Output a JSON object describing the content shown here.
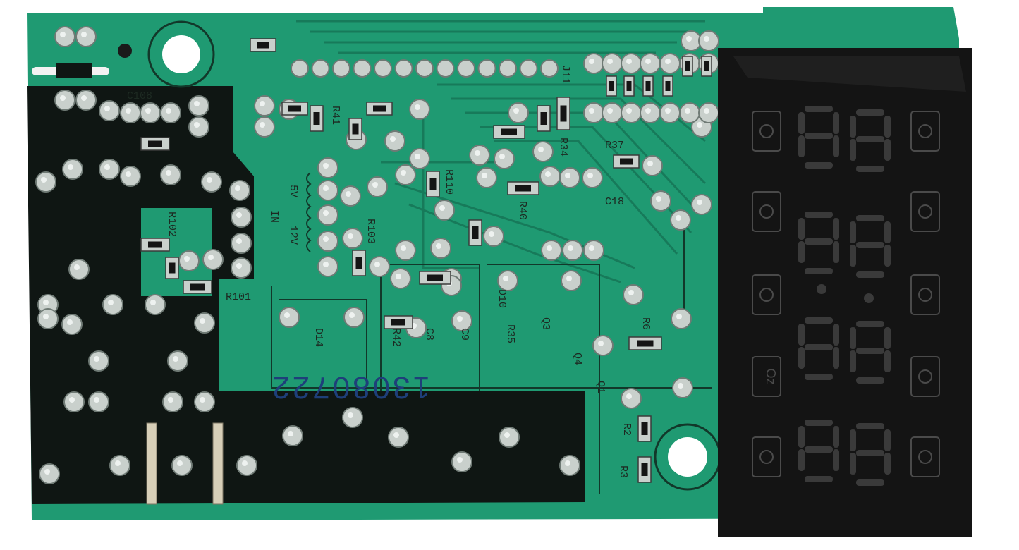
{
  "image": {
    "subject": "microwave oven control board",
    "board_code": "13080722",
    "colors": {
      "board": "#1f9a72",
      "ground": "#0f1613",
      "display": "#141414",
      "segment": "#3a3a3a",
      "solder": "#c9d0cc"
    }
  },
  "silkscreen": {
    "voltage_5v": "5V",
    "voltage_12v": "12V",
    "input": "IN",
    "r101": "R101",
    "r102": "R102",
    "r103": "R103",
    "r110": "R110",
    "r40": "R40",
    "r41": "R41",
    "r42": "R42",
    "r35": "R35",
    "r37": "R37",
    "r2": "R2",
    "r3": "R3",
    "c108": "C108",
    "c18": "C18",
    "c8": "C8",
    "c9": "C9",
    "d10": "D10",
    "d14": "D14",
    "q1": "Q1",
    "q3": "Q3",
    "q4": "Q4",
    "r6": "R6",
    "j11": "J11",
    "r34": "R34"
  },
  "display": {
    "digits": [
      "8",
      "8",
      "8",
      "8"
    ],
    "left_icons": [
      "pie-icon",
      "defrost-icon",
      "chef-icon",
      "oz-icon",
      "cup-icon"
    ],
    "right_icons": [
      "grill-icon",
      "steam-icon",
      "sun-icon",
      "heat-icon",
      "kettle-icon"
    ],
    "oz_label": "Oz"
  }
}
